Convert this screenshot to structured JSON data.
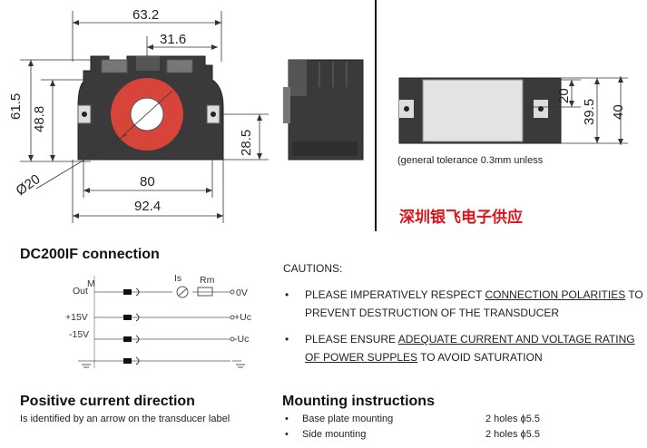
{
  "drawing_front": {
    "dim_width_total": "63.2",
    "dim_half": "31.6",
    "dim_height_total": "61.5",
    "dim_height_inner": "48.8",
    "dim_center": "28.5",
    "dim_hole": "Ø20",
    "dim_base": "80",
    "dim_base_total": "92.4"
  },
  "drawing_right": {
    "dim_20": "20",
    "dim_39_5": "39.5",
    "dim_40": "40",
    "tolerance_note": "(general tolerance 0.3mm unless"
  },
  "chinese_label": "深圳银飞电子供应",
  "connection": {
    "title": "DC200IF connection",
    "labels": {
      "m": "M",
      "out": "Out",
      "is": "Is",
      "rm": "Rm",
      "ov": "0V",
      "p15": "+15V",
      "uc_pos": "+Uc",
      "n15": "-15V",
      "uc_neg": "-Uc"
    }
  },
  "cautions": {
    "title": "CAUTIONS:",
    "items": [
      {
        "pre": "PLEASE IMPERATIVELY RESPECT ",
        "u": "CONNECTION POLARITIES",
        "post": " TO",
        "line2": "PREVENT DESTRUCTION OF THE TRANSDUCER"
      },
      {
        "pre": "PLEASE ENSURE ",
        "u": "ADEQUATE CURRENT AND VOLTAGE RATING",
        "post": "",
        "line2_u": "OF POWER SUPPLES",
        "line2_post": " TO AVOID SATURATION"
      }
    ]
  },
  "positive": {
    "title": "Positive current direction",
    "desc": "Is identified by an arrow on the transducer label"
  },
  "mounting": {
    "title": "Mounting instructions",
    "rows": [
      {
        "label": "Base plate mounting",
        "value": "2 holes ϕ5.5"
      },
      {
        "label": "Side mounting",
        "value": "2 holes ϕ5.5"
      }
    ]
  }
}
